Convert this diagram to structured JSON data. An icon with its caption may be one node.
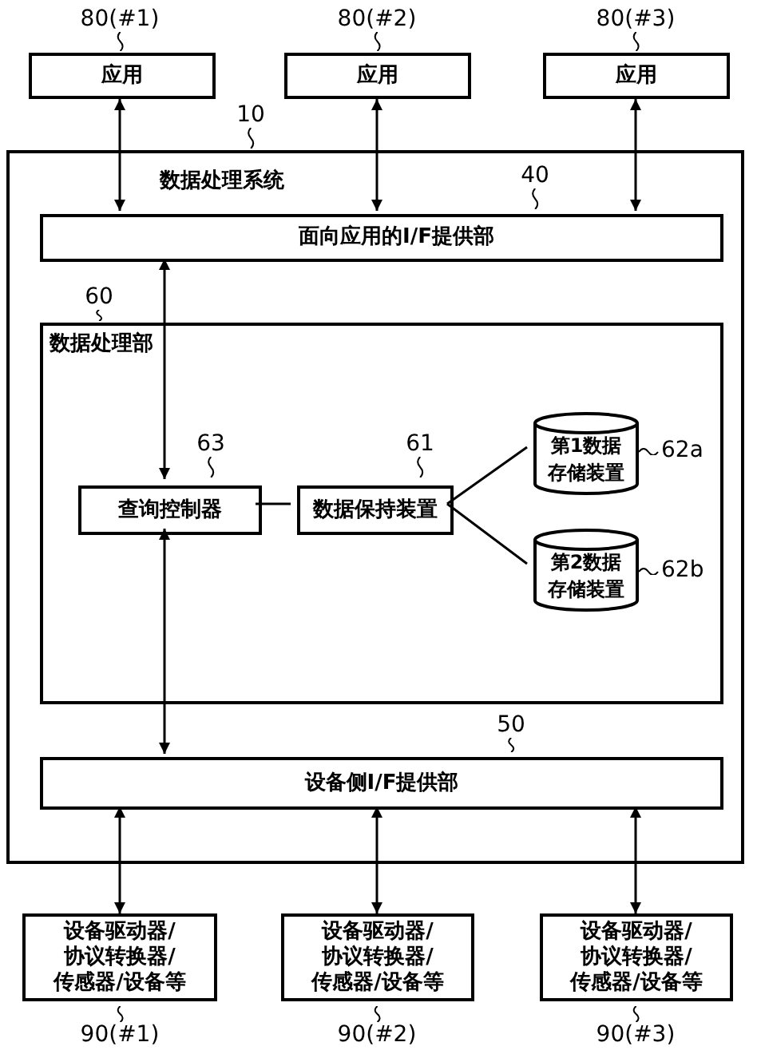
{
  "diagram": {
    "nodes": [
      {
        "text": [
          "应用"
        ],
        "beside": [
          "80(#1)"
        ]
      },
      {
        "text": [
          "应用"
        ],
        "beside": [
          "80(#2)"
        ]
      },
      {
        "text": [
          "应用"
        ],
        "beside": [
          "80(#3)"
        ]
      },
      {
        "text": [
          "数据处理系统"
        ],
        "beside": [
          "10"
        ]
      },
      {
        "text": [
          "面向应用的I/F提供部"
        ],
        "in": 3,
        "beside": [
          "40"
        ]
      },
      {
        "text": [
          "数据处理部"
        ],
        "in": 3,
        "beside": [
          "60"
        ]
      },
      {
        "text": [
          "查询控制器"
        ],
        "in": 5,
        "beside": [
          "63"
        ]
      },
      {
        "text": [
          "数据保持装置"
        ],
        "in": 5,
        "beside": [
          "61"
        ]
      },
      {
        "text": [
          "第1数据存储装置"
        ],
        "in": 5,
        "beside": [
          "62a"
        ]
      },
      {
        "text": [
          "第2数据存储装置"
        ],
        "in": 5,
        "beside": [
          "62b"
        ]
      },
      {
        "text": [
          "设备侧I/F提供部"
        ],
        "in": 3,
        "beside": [
          "50"
        ]
      },
      {
        "text": [
          "设备驱动器/协议转换器/传感器/设备等"
        ],
        "beside": [
          "90(#1)"
        ]
      },
      {
        "text": [
          "设备驱动器/协议转换器/传感器/设备等"
        ],
        "beside": [
          "90(#2)"
        ]
      },
      {
        "text": [
          "设备驱动器/协议转换器/传感器/设备等"
        ],
        "beside": [
          "90(#3)"
        ]
      }
    ],
    "edges": [
      {
        "from": 0,
        "to": 4,
        "arrow": "both"
      },
      {
        "from": 1,
        "to": 4,
        "arrow": "both"
      },
      {
        "from": 2,
        "to": 4,
        "arrow": "both"
      },
      {
        "from": 4,
        "to": 6,
        "arrow": "both"
      },
      {
        "from": 6,
        "to": 7,
        "arrow": "none"
      },
      {
        "from": 7,
        "to": 8,
        "arrow": "none"
      },
      {
        "from": 7,
        "to": 9,
        "arrow": "none"
      },
      {
        "from": 6,
        "to": 10,
        "arrow": "both"
      },
      {
        "from": 10,
        "to": 11,
        "arrow": "both"
      },
      {
        "from": 10,
        "to": 12,
        "arrow": "both"
      },
      {
        "from": 10,
        "to": 13,
        "arrow": "both"
      }
    ]
  }
}
